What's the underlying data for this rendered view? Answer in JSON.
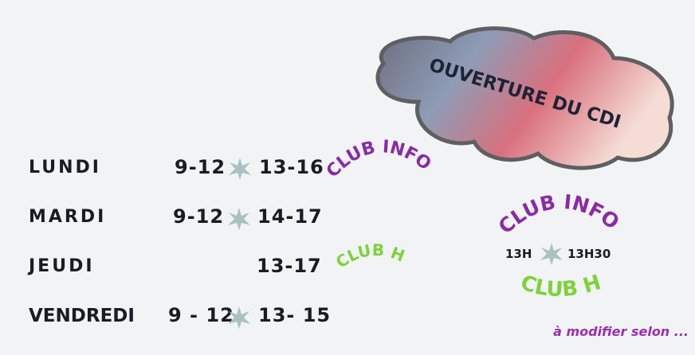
{
  "cloud": {
    "title": "OUVERTURE DU CDI"
  },
  "schedule": [
    {
      "day": "LUNDI",
      "morning": "9-12",
      "afternoon": "13-16",
      "club": "CLUB INFO"
    },
    {
      "day": "MARDI",
      "morning": "9-12",
      "afternoon": "14-17",
      "club": ""
    },
    {
      "day": "JEUDI",
      "morning": "",
      "afternoon": "13-17",
      "club": "CLUB H"
    },
    {
      "day": "VENDREDI",
      "morning": "9 - 12",
      "afternoon": "13- 15",
      "club": ""
    }
  ],
  "clubs_box": {
    "club_info": "CLUB INFO",
    "start": "13H",
    "end": "13H30",
    "club_h": "CLUB H"
  },
  "note": "à modifier selon ...",
  "colors": {
    "purple": "#8a2aa6",
    "green": "#7ed23a",
    "star": "#a9c2c0",
    "text": "#1b1b24"
  }
}
